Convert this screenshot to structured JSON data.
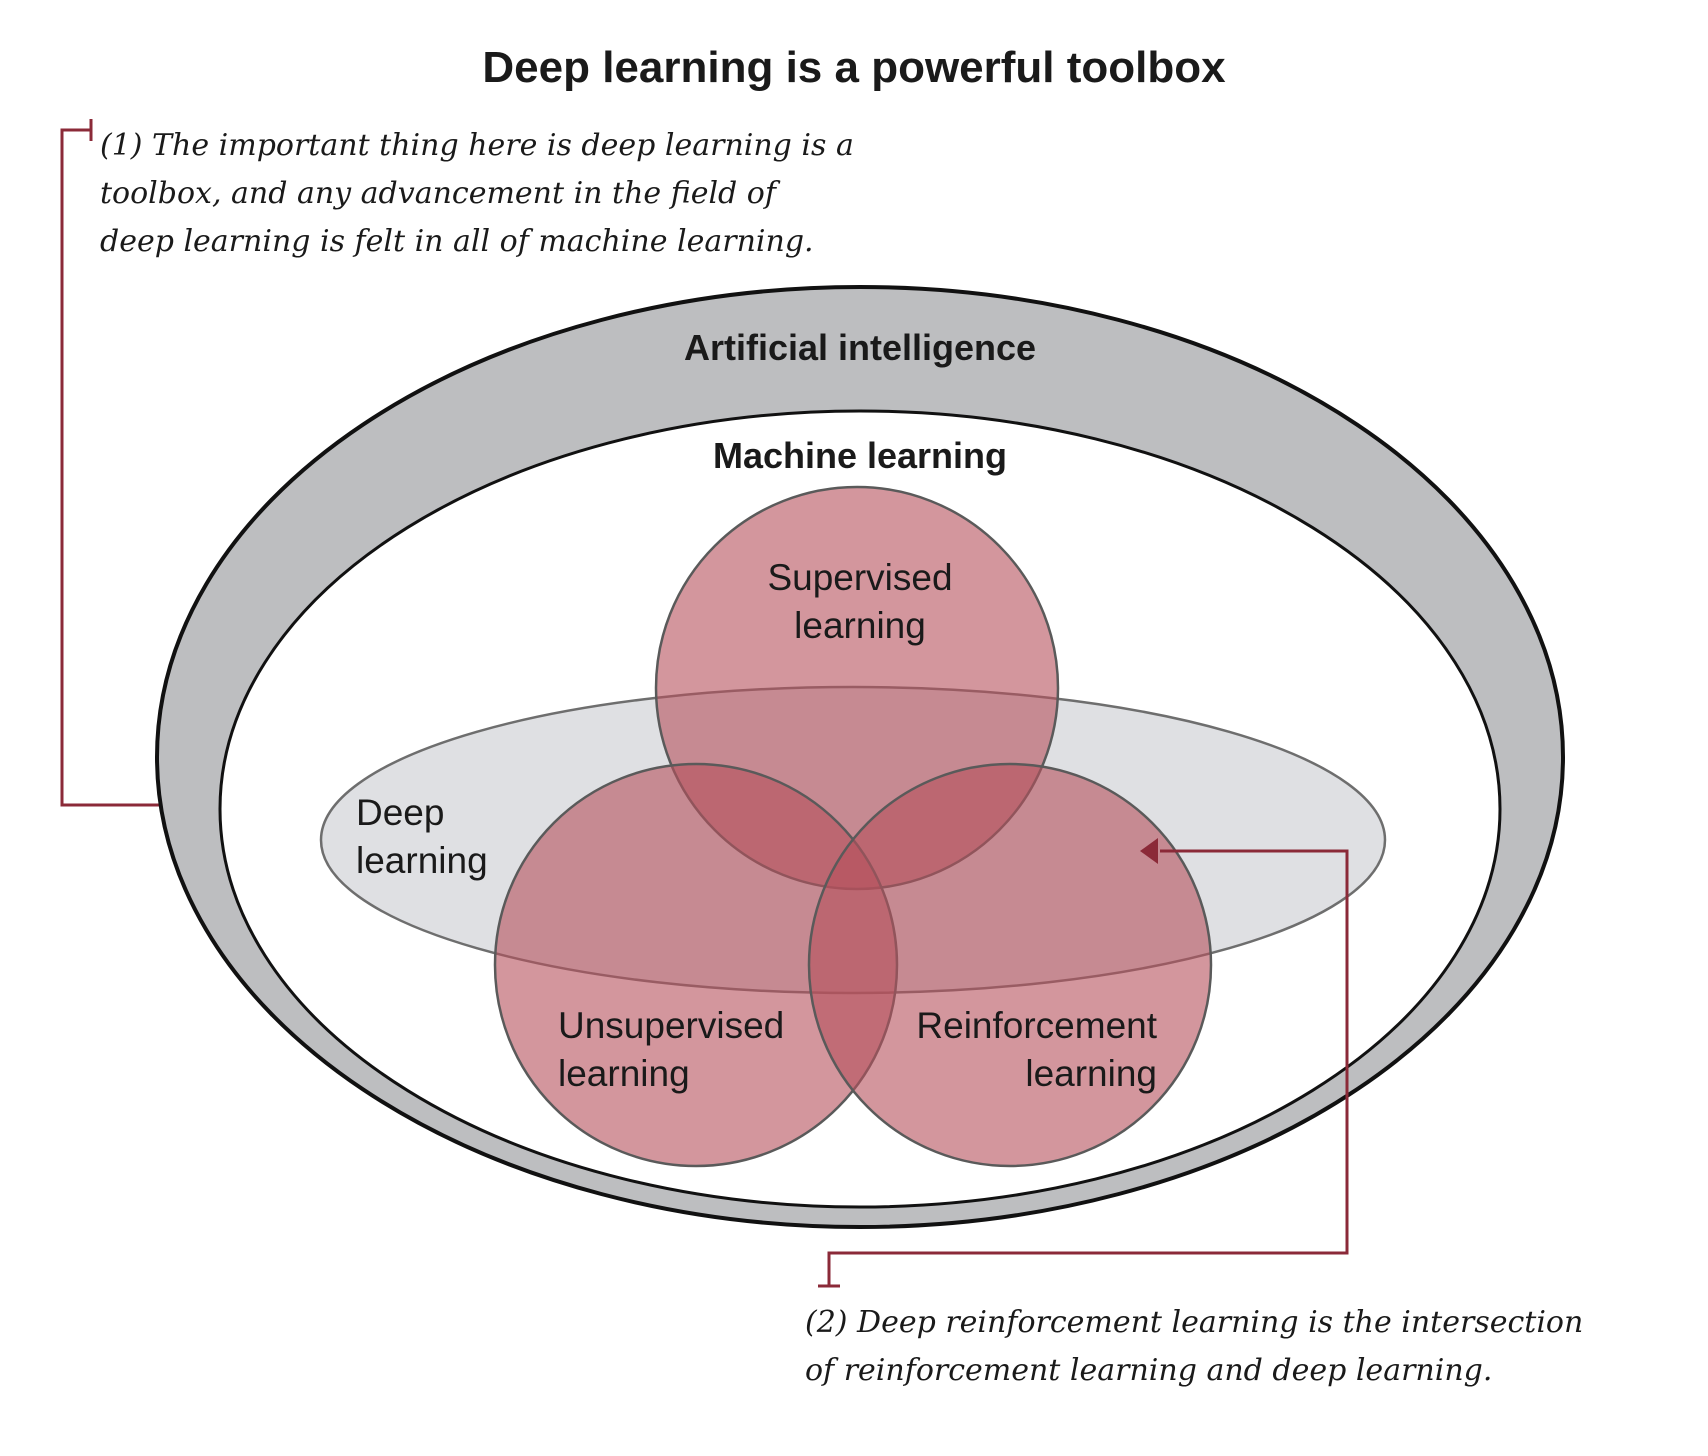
{
  "title": "Deep learning is a powerful toolbox",
  "regions": {
    "artificial_intelligence": "Artificial intelligence",
    "machine_learning": "Machine learning"
  },
  "sets": {
    "supervised": [
      "Supervised",
      "learning"
    ],
    "unsupervised": [
      "Unsupervised",
      "learning"
    ],
    "reinforcement": [
      "Reinforcement",
      "learning"
    ],
    "deep": [
      "Deep",
      "learning"
    ]
  },
  "notes": {
    "note1": [
      "(1) The important thing here is deep learning is a",
      "toolbox, and any advancement in the field of",
      "deep learning is felt in all of machine learning."
    ],
    "note2": [
      "(2) Deep reinforcement learning is the intersection",
      "of reinforcement learning and deep learning."
    ]
  },
  "colors": {
    "ai_ring": "#bdbec0",
    "outline": "#111111",
    "circle_fill": "#b5505c",
    "deep_fill": "#c9cbd0",
    "callout": "#8b2a38",
    "background": "#ffffff"
  }
}
